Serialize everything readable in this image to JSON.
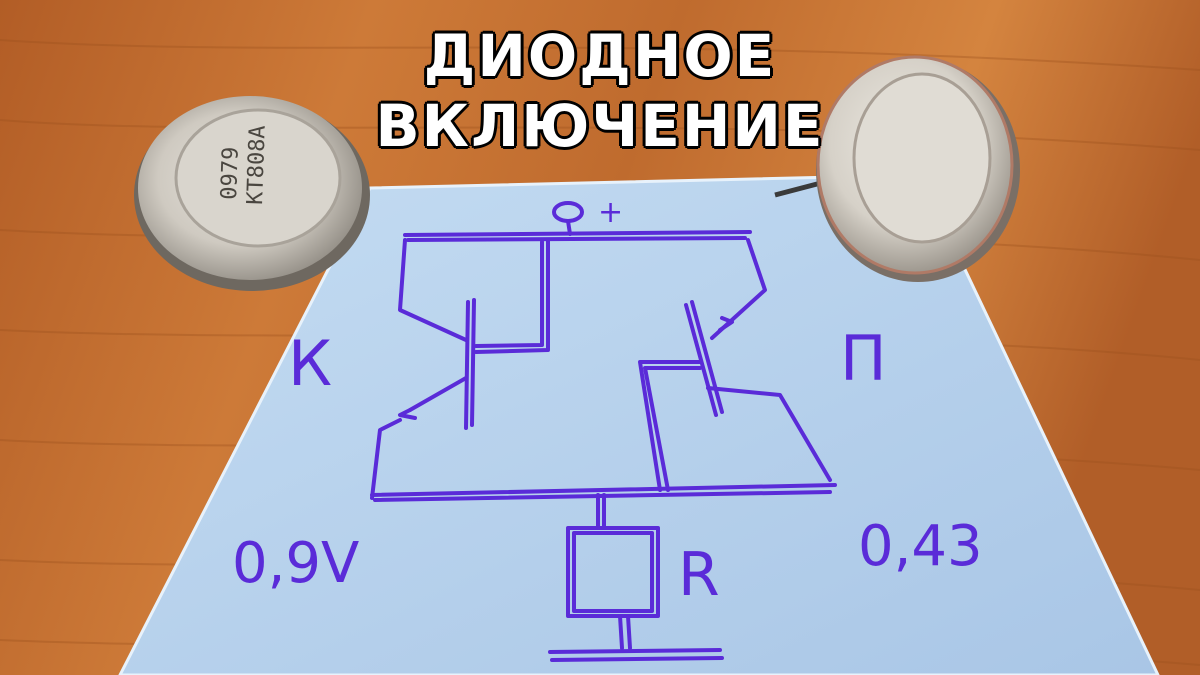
{
  "title": {
    "line1": "ДИОДНОЕ",
    "line2": "ВКЛЮЧЕНИЕ"
  },
  "sketch": {
    "label_left": "К",
    "label_right": "П",
    "label_resistor": "R",
    "voltage_left": "0,9V",
    "voltage_right": "0,43",
    "plus_sign": "+"
  },
  "transistor_left": {
    "marking_1": "КТ808А",
    "marking_2": "0979"
  },
  "colors": {
    "paper": "#b9d3ec",
    "ink": "#5a2bd8",
    "wood": "#c06c30",
    "metal": "#c9c4bb"
  }
}
